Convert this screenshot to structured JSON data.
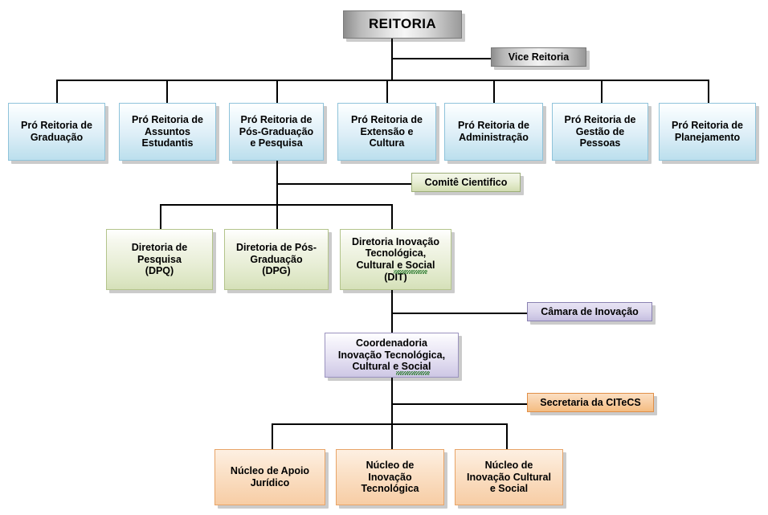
{
  "title": "Organograma Reitoria / CITeCS",
  "colors": {
    "line": "#000000",
    "blue_border": "#8fc3da",
    "green_border": "#b3c48b",
    "purple_border": "#9b93bf",
    "orange_border": "#e8a467",
    "metal_border": "#7a7a7a"
  },
  "nodes": {
    "reitoria": "REITORIA",
    "vice_reitoria": "Vice Reitoria",
    "comite_cientifico": "Comitê Cientifico",
    "camara_inovacao": "Câmara de Inovação",
    "secretaria_citecs": "Secretaria da CITeCS",
    "coordenadoria": "Coordenadoria\nInovação Tecnológica,\nCultural e Social"
  },
  "pro_reitorias": [
    {
      "label": "Pró Reitoria de\nGraduação"
    },
    {
      "label": "Pró Reitoria de\nAssuntos\nEstudantis"
    },
    {
      "label": "Pró Reitoria de\nPós-Graduação\ne Pesquisa"
    },
    {
      "label": "Pró Reitoria de\nExtensão e\nCultura"
    },
    {
      "label": "Pró Reitoria de\nAdministração"
    },
    {
      "label": "Pró Reitoria de\nGestão de\nPessoas"
    },
    {
      "label": "Pró Reitoria de\nPlanejamento"
    }
  ],
  "diretorias": [
    {
      "label": "Diretoria de\nPesquisa\n(DPQ)"
    },
    {
      "label": "Diretoria de Pós-\nGraduação\n(DPG)"
    },
    {
      "label": "Diretoria Inovação\nTecnológica,\nCultural e Social\n(DIT)"
    }
  ],
  "nucleos": [
    {
      "label": "Núcleo de Apoio\nJurídico"
    },
    {
      "label": "Núcleo de\nInovação\nTecnológica"
    },
    {
      "label": "Núcleo de\nInovação Cultural\ne Social"
    }
  ]
}
